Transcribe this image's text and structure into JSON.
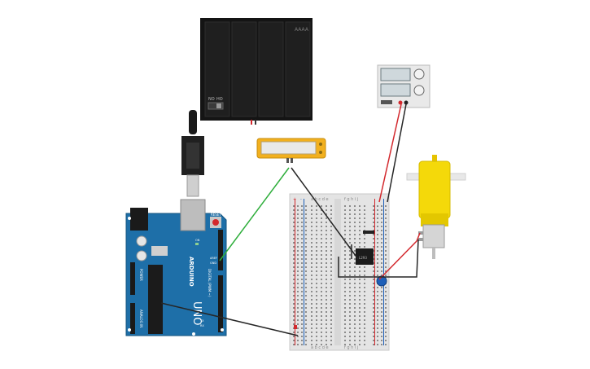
{
  "battery_pack": {
    "label": "AAAA",
    "switch_on": "NO",
    "switch_off": "HO"
  },
  "arduino": {
    "brand": "ARDUINO",
    "model": "UNO",
    "power_label": "POWER",
    "analog_label": "ANALOG IN",
    "digital_label": "DIGITAL (PWM ~)",
    "aref_label": "AREF",
    "gnd_label": "GND",
    "reset_label": "RESET",
    "tx_label": "TX",
    "rx_label": "RX",
    "on_label": "ON"
  },
  "breadboard": {
    "cols_left": "a b c d e",
    "cols_right": "f g h i j",
    "plus_label": "+",
    "minus_label": "-"
  },
  "chip": {
    "label": "L293"
  },
  "colors": {
    "arduino_blue": "#1e6fa8",
    "wire_green": "#2fae3c",
    "wire_red": "#d3282d",
    "wire_black": "#262626",
    "motor_yellow": "#f4d90a",
    "module_orange": "#f2b01e",
    "capacitor_blue": "#1d5fb8"
  }
}
